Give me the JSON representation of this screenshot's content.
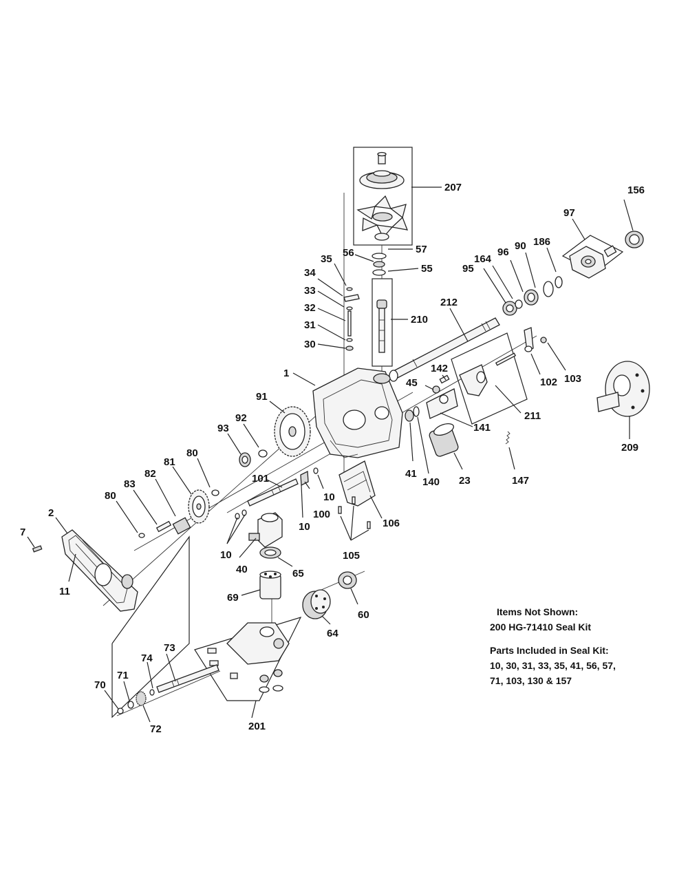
{
  "callouts": {
    "c1": "1",
    "c2": "2",
    "c7": "7",
    "c10a": "10",
    "c10b": "10",
    "c10c": "10",
    "c11": "11",
    "c23": "23",
    "c30": "30",
    "c31": "31",
    "c32": "32",
    "c33": "33",
    "c34": "34",
    "c35": "35",
    "c40": "40",
    "c41": "41",
    "c45": "45",
    "c55": "55",
    "c56": "56",
    "c57": "57",
    "c60": "60",
    "c64": "64",
    "c65": "65",
    "c69": "69",
    "c70": "70",
    "c71": "71",
    "c72": "72",
    "c73": "73",
    "c74": "74",
    "c80a": "80",
    "c80b": "80",
    "c81": "81",
    "c82": "82",
    "c83": "83",
    "c90": "90",
    "c91": "91",
    "c92": "92",
    "c93": "93",
    "c95": "95",
    "c96": "96",
    "c97": "97",
    "c100": "100",
    "c101": "101",
    "c102": "102",
    "c103": "103",
    "c105": "105",
    "c106": "106",
    "c140": "140",
    "c141": "141",
    "c142": "142",
    "c147": "147",
    "c156": "156",
    "c164": "164",
    "c186": "186",
    "c201": "201",
    "c207": "207",
    "c209": "209",
    "c210": "210",
    "c211": "211",
    "c212": "212"
  },
  "notes": {
    "items_not_shown_title": "Items Not Shown:",
    "items_not_shown_line": "200 HG-71410 Seal Kit",
    "seal_kit_title": "Parts Included in Seal Kit:",
    "seal_kit_line1": "10, 30, 31, 33, 35, 41, 56, 57,",
    "seal_kit_line2": "71, 103, 130 & 157"
  }
}
